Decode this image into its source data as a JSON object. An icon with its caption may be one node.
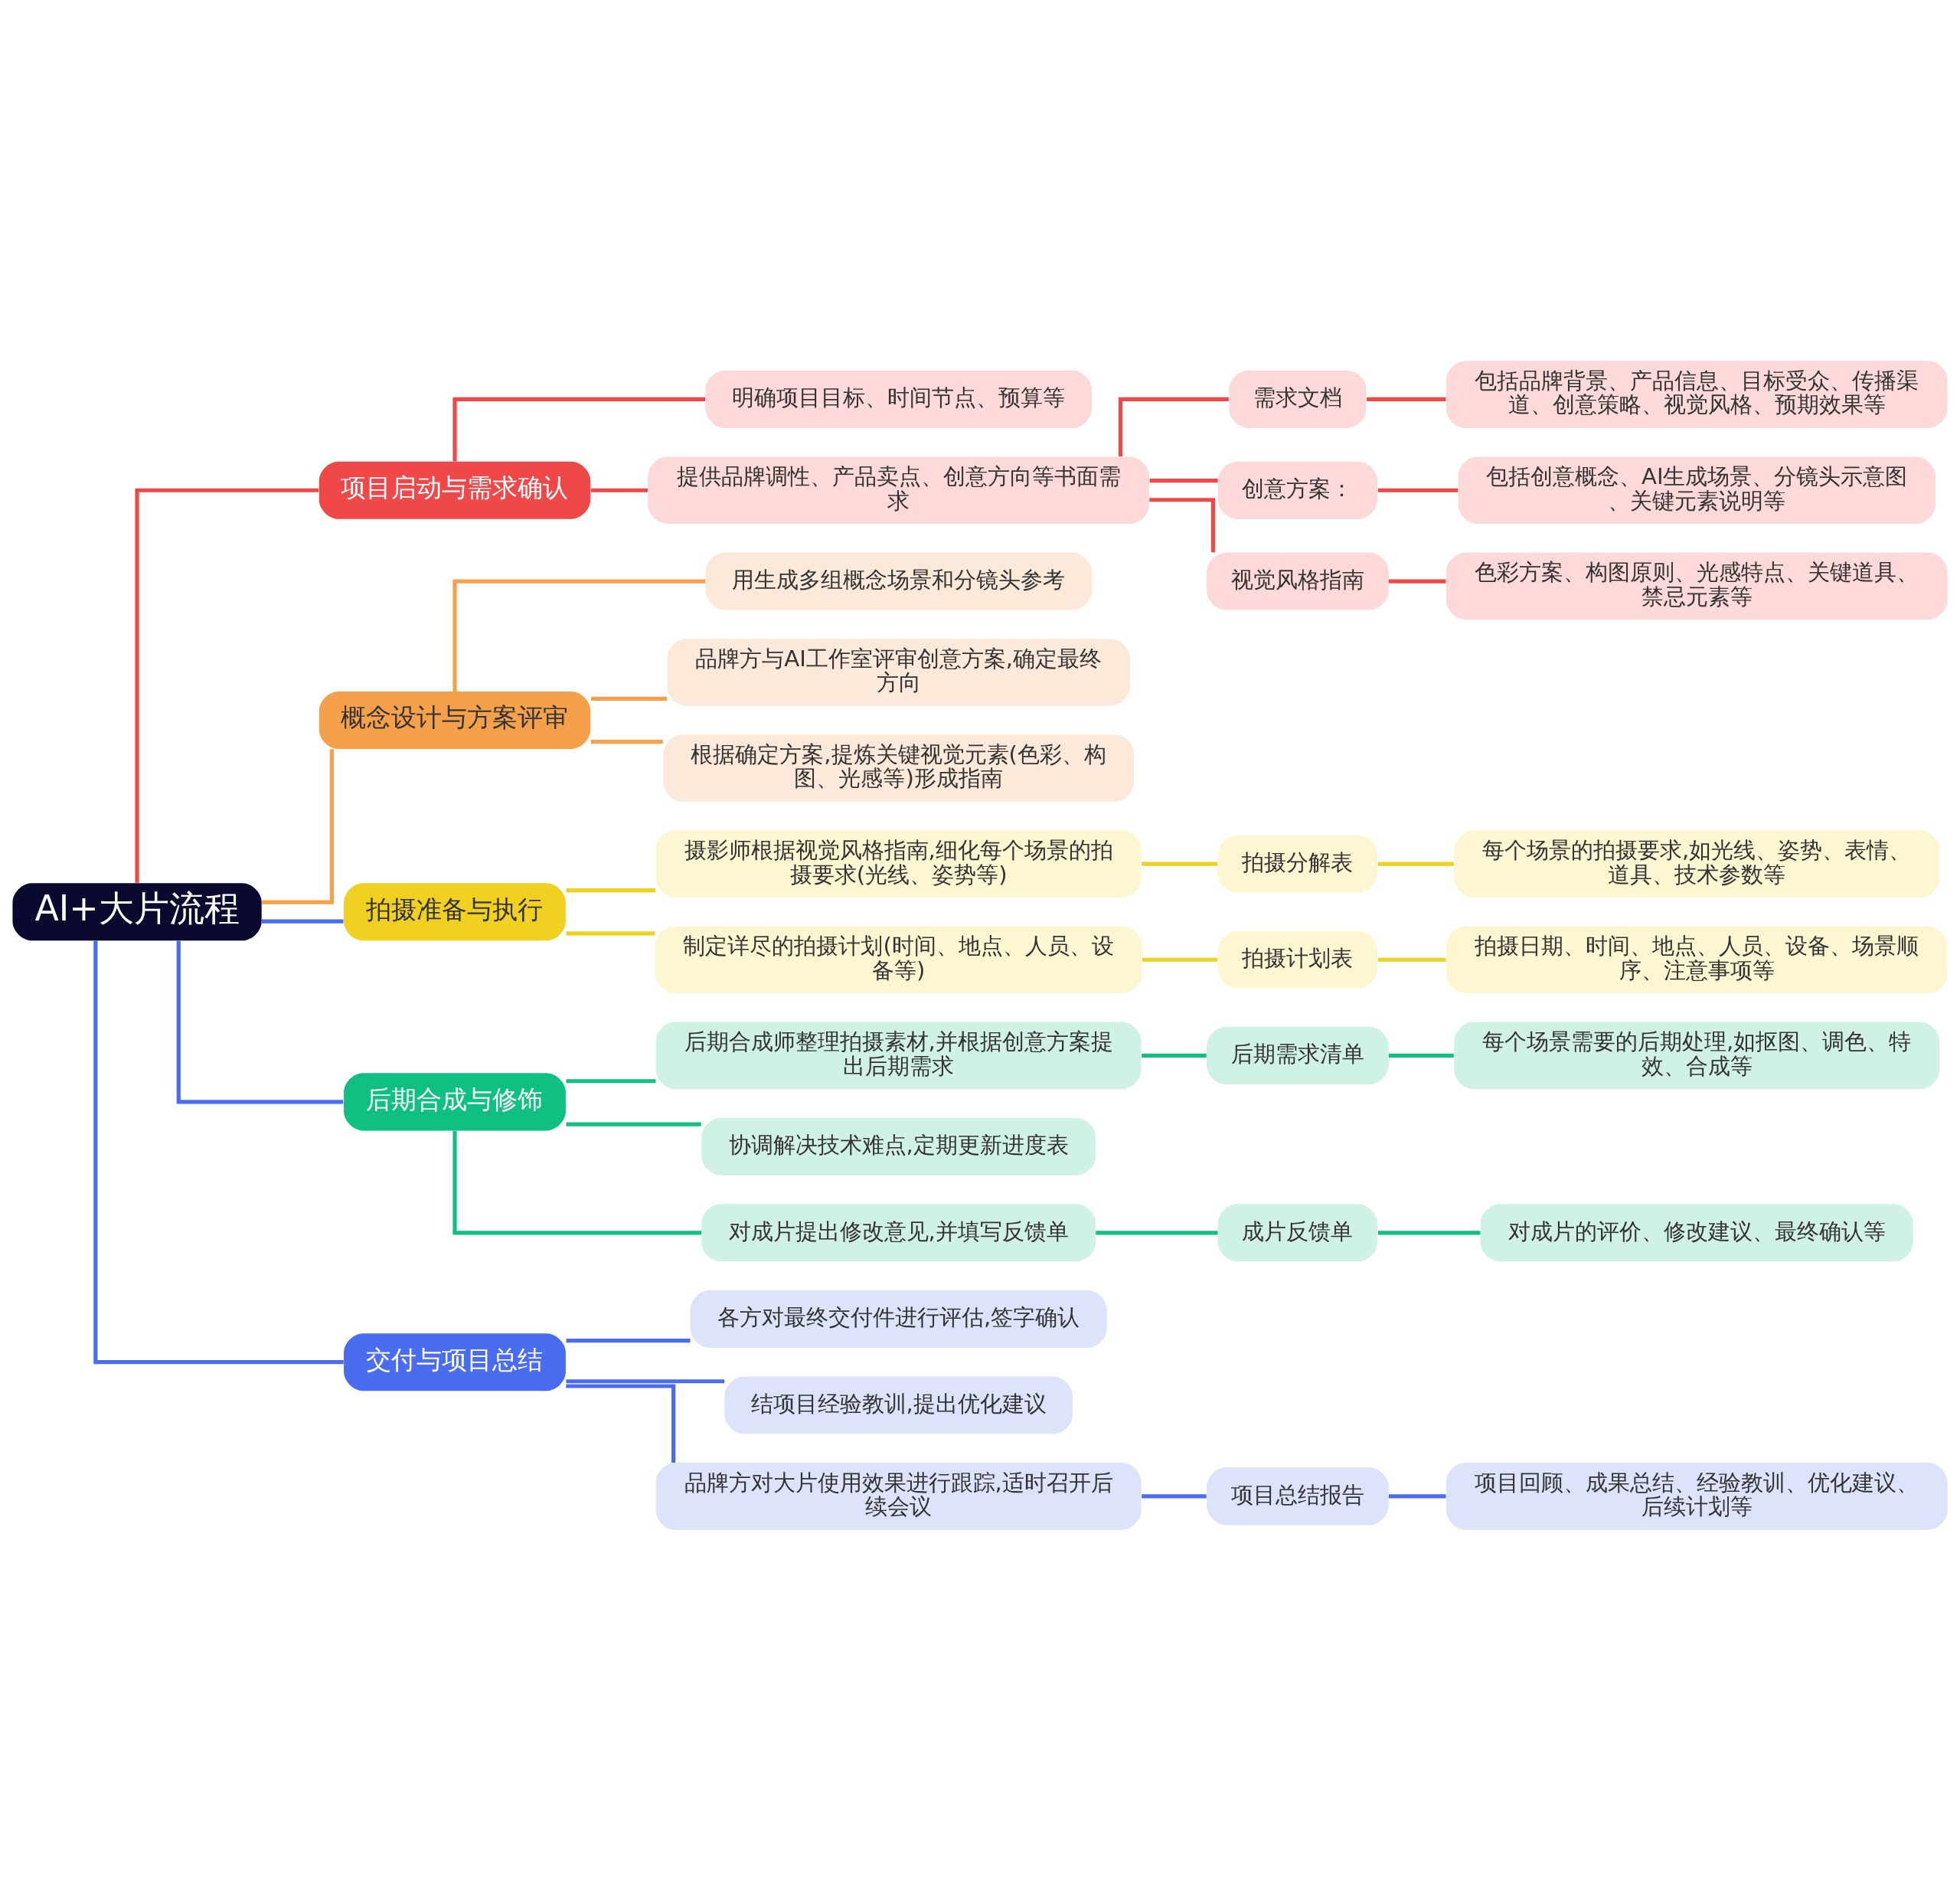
{
  "diagram": {
    "nodes": [
      {
        "text": [
          "AI+大片流程"
        ]
      },
      {
        "text": [
          "项目启动与需求确认"
        ]
      },
      {
        "text": [
          "明确项目目标、时间节点、预算等"
        ]
      },
      {
        "text": [
          "提供品牌调性、产品卖点、创意方向等书面需求"
        ]
      },
      {
        "text": [
          "需求文档"
        ]
      },
      {
        "text": [
          "包括品牌背景、产品信息、目标受众、传播渠道、创意策略、视觉风格、预期效果等"
        ]
      },
      {
        "text": [
          "创意方案："
        ]
      },
      {
        "text": [
          "包括创意概念、AI生成场景、分镜头示意图、关键元素说明等"
        ]
      },
      {
        "text": [
          "视觉风格指南"
        ]
      },
      {
        "text": [
          "色彩方案、构图原则、光感特点、关键道具、禁忌元素等"
        ]
      },
      {
        "text": [
          "概念设计与方案评审"
        ]
      },
      {
        "text": [
          "用生成多组概念场景和分镜头参考"
        ]
      },
      {
        "text": [
          "品牌方与AI工作室评审创意方案,确定最终方向"
        ]
      },
      {
        "text": [
          "根据确定方案,提炼关键视觉元素(色彩、构图、光感等)形成指南"
        ]
      },
      {
        "text": [
          "拍摄准备与执行"
        ]
      },
      {
        "text": [
          "摄影师根据视觉风格指南,细化每个场景的拍摄要求(光线、姿势等)"
        ]
      },
      {
        "text": [
          "拍摄分解表"
        ]
      },
      {
        "text": [
          "每个场景的拍摄要求,如光线、姿势、表情、道具、技术参数等"
        ]
      },
      {
        "text": [
          "制定详尽的拍摄计划(时间、地点、人员、设备等)"
        ]
      },
      {
        "text": [
          "拍摄计划表"
        ]
      },
      {
        "text": [
          "拍摄日期、时间、地点、人员、设备、场景顺序、注意事项等"
        ]
      },
      {
        "text": [
          "后期合成与修饰"
        ]
      },
      {
        "text": [
          "后期合成师整理拍摄素材,并根据创意方案提出后期需求"
        ]
      },
      {
        "text": [
          "后期需求清单"
        ]
      },
      {
        "text": [
          "每个场景需要的后期处理,如抠图、调色、特效、合成等"
        ]
      },
      {
        "text": [
          "协调解决技术难点,定期更新进度表"
        ]
      },
      {
        "text": [
          "对成片提出修改意见,并填写反馈单"
        ]
      },
      {
        "text": [
          "成片反馈单"
        ]
      },
      {
        "text": [
          "对成片的评价、修改建议、最终确认等"
        ]
      },
      {
        "text": [
          "交付与项目总结"
        ]
      },
      {
        "text": [
          "各方对最终交付件进行评估,签字确认"
        ]
      },
      {
        "text": [
          "结项目经验教训,提出优化建议"
        ]
      },
      {
        "text": [
          "品牌方对大片使用效果进行跟踪,适时召开后续会议"
        ]
      },
      {
        "text": [
          "项目总结报告"
        ]
      },
      {
        "text": [
          "项目回顾、成果总结、经验教训、优化建议、后续计划等"
        ]
      }
    ],
    "edges": [
      {
        "from": 0,
        "to": 1,
        "arrow": "none",
        "color": "#f04848"
      },
      {
        "from": 1,
        "to": 2,
        "arrow": "none",
        "color": "#f04848"
      },
      {
        "from": 1,
        "to": 3,
        "arrow": "none",
        "color": "#f04848"
      },
      {
        "from": 3,
        "to": 4,
        "arrow": "none",
        "color": "#f04848"
      },
      {
        "from": 4,
        "to": 5,
        "arrow": "none",
        "color": "#f04848"
      },
      {
        "from": 3,
        "to": 6,
        "arrow": "none",
        "color": "#f04848"
      },
      {
        "from": 6,
        "to": 7,
        "arrow": "none",
        "color": "#f04848"
      },
      {
        "from": 3,
        "to": 8,
        "arrow": "none",
        "color": "#f04848"
      },
      {
        "from": 8,
        "to": 9,
        "arrow": "none",
        "color": "#f04848"
      },
      {
        "from": 0,
        "to": 10,
        "arrow": "none",
        "color": "#f5a04a"
      },
      {
        "from": 10,
        "to": 11,
        "arrow": "none",
        "color": "#f5a04a"
      },
      {
        "from": 10,
        "to": 12,
        "arrow": "none",
        "color": "#f5a04a"
      },
      {
        "from": 10,
        "to": 13,
        "arrow": "none",
        "color": "#f5a04a"
      },
      {
        "from": 0,
        "to": 14,
        "arrow": "none",
        "color": "#4a6cf0"
      },
      {
        "from": 14,
        "to": 15,
        "arrow": "none",
        "color": "#f0d020"
      },
      {
        "from": 15,
        "to": 16,
        "arrow": "none",
        "color": "#f0d020"
      },
      {
        "from": 16,
        "to": 17,
        "arrow": "none",
        "color": "#f0d020"
      },
      {
        "from": 14,
        "to": 18,
        "arrow": "none",
        "color": "#f0d020"
      },
      {
        "from": 18,
        "to": 19,
        "arrow": "none",
        "color": "#f0d020"
      },
      {
        "from": 19,
        "to": 20,
        "arrow": "none",
        "color": "#f0d020"
      },
      {
        "from": 0,
        "to": 21,
        "arrow": "none",
        "color": "#4a6cf0"
      },
      {
        "from": 21,
        "to": 22,
        "arrow": "none",
        "color": "#10c080"
      },
      {
        "from": 22,
        "to": 23,
        "arrow": "none",
        "color": "#10c080"
      },
      {
        "from": 23,
        "to": 24,
        "arrow": "none",
        "color": "#10c080"
      },
      {
        "from": 21,
        "to": 25,
        "arrow": "none",
        "color": "#10c080"
      },
      {
        "from": 21,
        "to": 26,
        "arrow": "none",
        "color": "#10c080"
      },
      {
        "from": 26,
        "to": 27,
        "arrow": "none",
        "color": "#10c080"
      },
      {
        "from": 27,
        "to": 28,
        "arrow": "none",
        "color": "#10c080"
      },
      {
        "from": 0,
        "to": 29,
        "arrow": "none",
        "color": "#4a6cf0"
      },
      {
        "from": 29,
        "to": 30,
        "arrow": "none",
        "color": "#4a6cf0"
      },
      {
        "from": 29,
        "to": 31,
        "arrow": "none",
        "color": "#4a6cf0"
      },
      {
        "from": 29,
        "to": 32,
        "arrow": "none",
        "color": "#4a6cf0"
      },
      {
        "from": 32,
        "to": 33,
        "arrow": "none",
        "color": "#4a6cf0"
      },
      {
        "from": 33,
        "to": 34,
        "arrow": "none",
        "color": "#4a6cf0"
      }
    ]
  }
}
